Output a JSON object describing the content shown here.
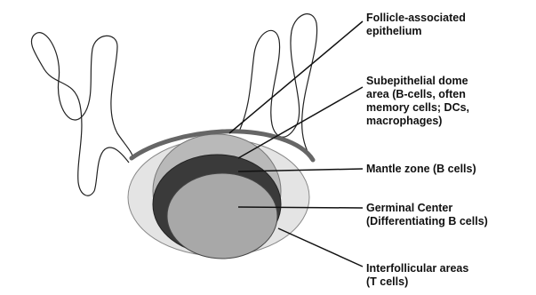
{
  "labels": {
    "follicle_associated_epithelium": {
      "lines": [
        "Follicle-associated",
        "epithelium"
      ]
    },
    "subepithelial_dome": {
      "lines": [
        "Subepithelial dome",
        "area (B-cells, often",
        "memory cells; DCs,",
        "macrophages)"
      ]
    },
    "mantle_zone": {
      "lines": [
        "Mantle zone (B cells)"
      ]
    },
    "germinal_center": {
      "lines": [
        "Germinal Center",
        "(Differentiating B cells)"
      ]
    },
    "interfollicular_areas": {
      "lines": [
        "Interfollicular areas",
        "(T cells)"
      ]
    }
  },
  "colors": {
    "interfollicular_fill": "#e4e4e4",
    "dome_fill": "#b9b9b9",
    "mantle_fill": "#3a3a3a",
    "germinal_fill": "#a8a8a8",
    "epithelium_stroke": "#666666",
    "line_color": "#111111"
  }
}
